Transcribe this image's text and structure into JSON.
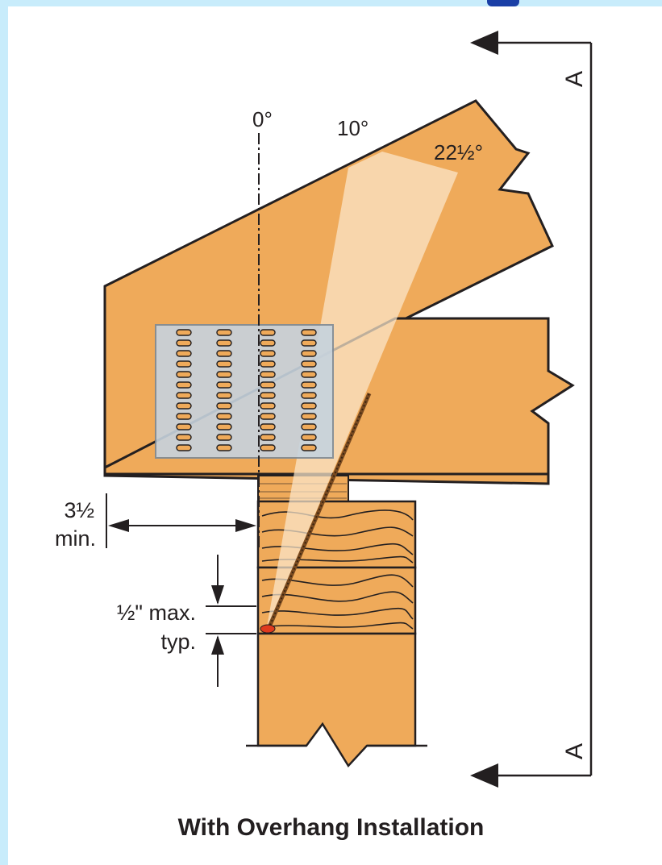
{
  "angles": {
    "a0": "0°",
    "a10": "10°",
    "a22": "22½°"
  },
  "section_marker": {
    "top": "A",
    "bottom": "A"
  },
  "dimensions": {
    "offset_value": "3½",
    "offset_unit": "min.",
    "gap_value": "½\" max.",
    "gap_unit": "typ."
  },
  "caption": "With Overhang Installation",
  "colors": {
    "wood": "#efaa5a",
    "wood_dark": "#d98f40",
    "outline": "#231f20",
    "plate": "#c6d3de",
    "wedge": "#fbe7cc",
    "screw": "#8a5020",
    "screw_tip": "#e03a1e",
    "frame": "#c8ecfb"
  },
  "icons": [
    "arrow-left-icon",
    "break-line-icon",
    "screw-icon"
  ]
}
